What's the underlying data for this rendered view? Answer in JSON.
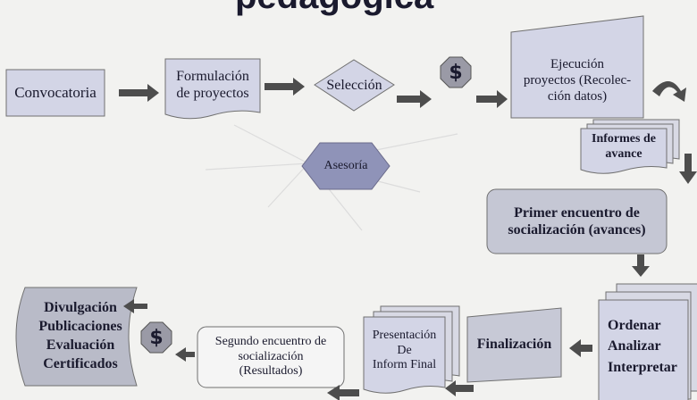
{
  "title": "pedagógica",
  "nodes": {
    "convocatoria": "Convocatoria",
    "formulacion": [
      "Formulación",
      "de proyectos"
    ],
    "seleccion": "Selección",
    "money_symbol": "$",
    "ejecucion": [
      "Ejecución",
      "proyectos (Recolec-",
      "ción datos)"
    ],
    "informes": [
      "Informes de",
      "avance"
    ],
    "asesoria": "Asesoría",
    "primer_encuentro": [
      "Primer encuentro de",
      "socialización (avances)"
    ],
    "ordenar": [
      "Ordenar",
      "Analizar",
      "Interpretar"
    ],
    "finalizacion": "Finalización",
    "presentacion": [
      "Presentación",
      "De",
      "Inform Final"
    ],
    "segundo_encuentro": [
      "Segundo encuentro de",
      "socialización",
      "(Resultados)"
    ],
    "divulgacion": [
      "Divulgación",
      "Publicaciones",
      "Evaluación",
      "Certificados"
    ]
  },
  "colors": {
    "box_fill": "#d3d5e6",
    "box_fill_dark": "#c7c9d6",
    "border": "#707070",
    "arrow": "#4d4d4d",
    "background": "#f2f2f0"
  }
}
